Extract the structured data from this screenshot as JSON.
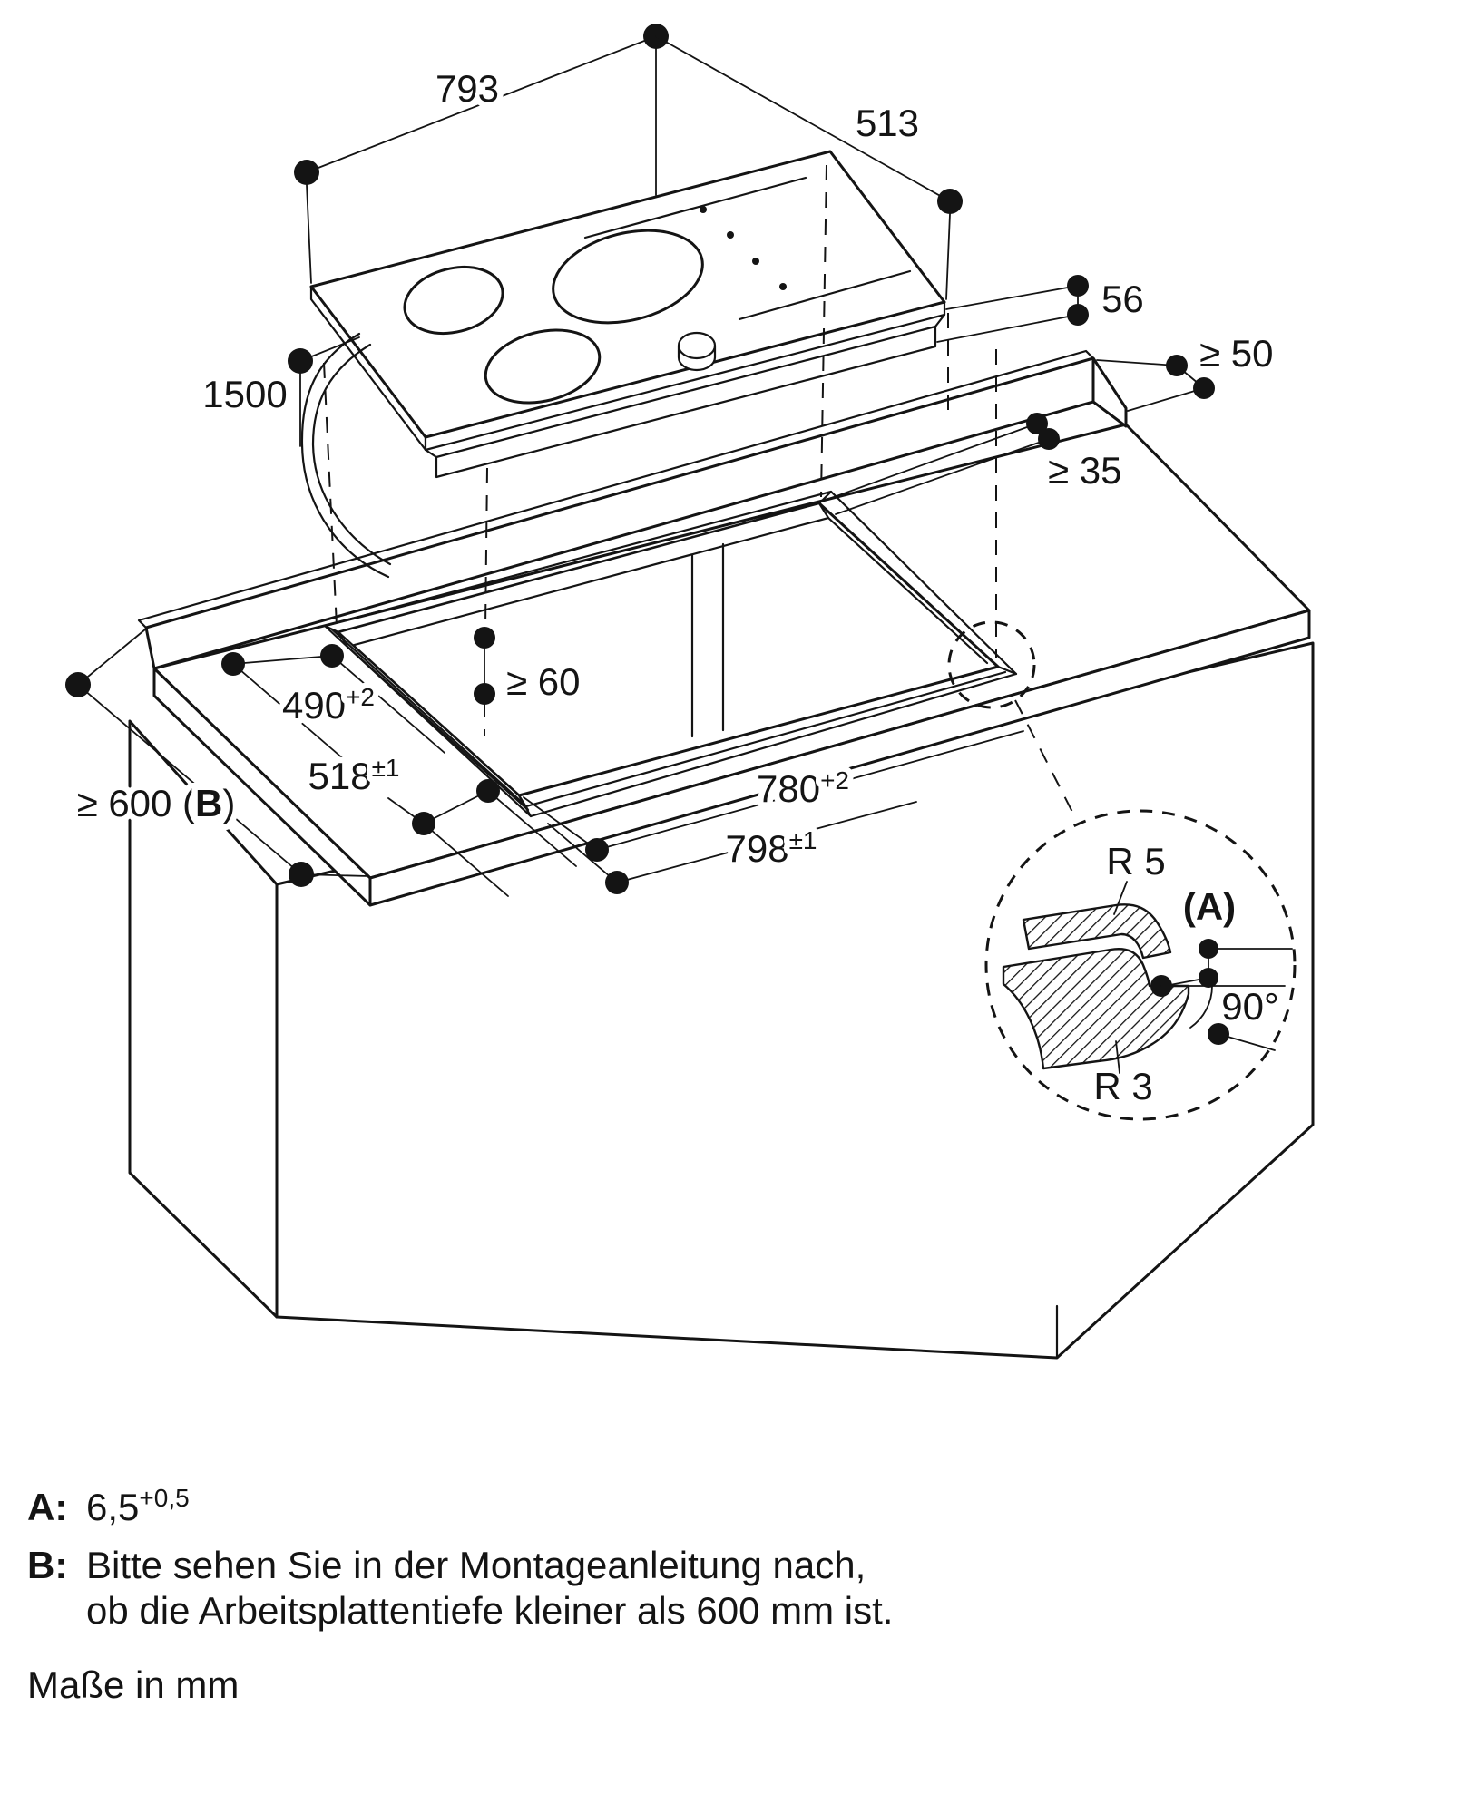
{
  "figure": {
    "kind": "cooktop-installation-dimension-drawing",
    "units_note": "Maße in mm",
    "colors": {
      "ink": "#141414",
      "background": "#ffffff"
    }
  },
  "dims": {
    "d793": "793",
    "d513": "513",
    "d56": "56",
    "d50": "≥ 50",
    "d35": "≥ 35",
    "d1500": "1500",
    "d490": {
      "b": "490",
      "s": "+2"
    },
    "d518": {
      "b": "518",
      "s": "±1"
    },
    "d780": {
      "b": "780",
      "s": "+2"
    },
    "d798": {
      "b": "798",
      "s": "±1"
    },
    "d60": "≥ 60",
    "d600": {
      "pre": "≥ 600 (",
      "ref": "B",
      "post": ")"
    },
    "r5": "R 5",
    "r3": "R 3",
    "a_ref": "(A)",
    "angle": "90°"
  },
  "notes": {
    "aLabel": "A:",
    "aBase": "6,5",
    "aSup": "+0,5",
    "bLabel": "B:",
    "b1": "Bitte sehen Sie in der Montageanleitung nach,",
    "b2": "ob die Arbeitsplattentiefe kleiner als 600 mm ist.",
    "units": "Maße in mm"
  }
}
